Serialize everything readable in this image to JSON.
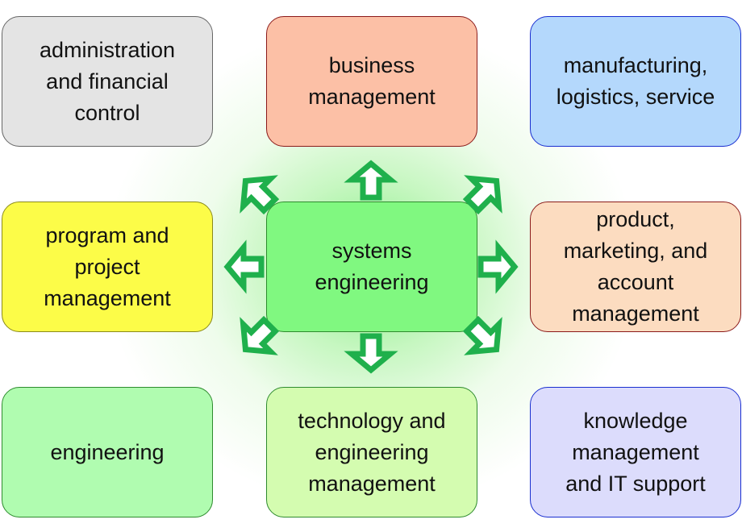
{
  "center": {
    "label": "systems\nengineering",
    "fill": "#80f880",
    "border": "#2e8b2e"
  },
  "boxes": [
    {
      "id": "administration",
      "label": "administration\nand financial\ncontrol",
      "fill": "#e4e4e4",
      "border": "#666666"
    },
    {
      "id": "business",
      "label": "business\nmanagement",
      "fill": "#fcc0a6",
      "border": "#8b1a1a"
    },
    {
      "id": "manufacturing",
      "label": "manufacturing,\nlogistics, service",
      "fill": "#b4d8fc",
      "border": "#1a2fd0"
    },
    {
      "id": "program",
      "label": "program and\nproject\nmanagement",
      "fill": "#fcfc48",
      "border": "#8a8a1a"
    },
    {
      "id": "product",
      "label": "product,\nmarketing, and\naccount\nmanagement",
      "fill": "#fcdcc0",
      "border": "#8b1a1a"
    },
    {
      "id": "engineering",
      "label": "engineering",
      "fill": "#b0fcb0",
      "border": "#2e8b2e"
    },
    {
      "id": "technology",
      "label": "technology and\nengineering\nmanagement",
      "fill": "#d4fcb0",
      "border": "#2e8b2e"
    },
    {
      "id": "knowledge",
      "label": "knowledge\nmanagement\nand IT support",
      "fill": "#dcdcfc",
      "border": "#1a2fd0"
    }
  ],
  "arrow_color": "#1fb04c"
}
